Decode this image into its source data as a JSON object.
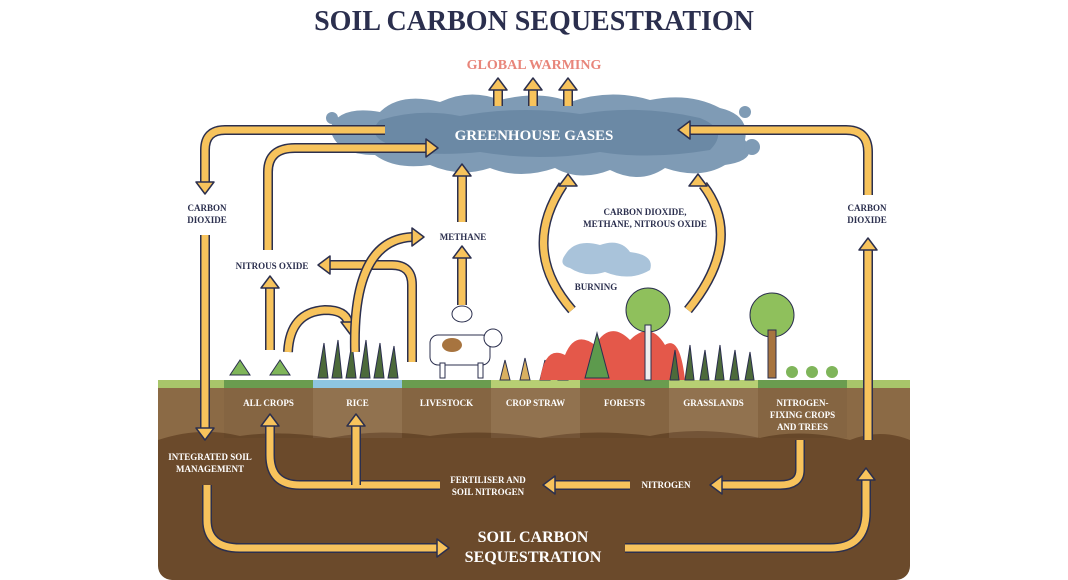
{
  "title": "SOIL CARBON SEQUESTRATION",
  "global_warming": "GLOBAL WARMING",
  "greenhouse_gases": "GREENHOUSE GASES",
  "labels": {
    "carbon_dioxide_left": [
      "CARBON",
      "DIOXIDE"
    ],
    "carbon_dioxide_right": [
      "CARBON",
      "DIOXIDE"
    ],
    "nitrous_oxide": "NITROUS OXIDE",
    "methane": "METHANE",
    "burning_gases": [
      "CARBON DIOXIDE,",
      "METHANE, NITROUS OXIDE"
    ],
    "burning": "BURNING",
    "integrated_soil": [
      "INTEGRATED SOIL",
      "MANAGEMENT"
    ],
    "fertiliser": [
      "FERTILISER AND",
      "SOIL NITROGEN"
    ],
    "nitrogen": "NITROGEN",
    "soil_carbon": [
      "SOIL CARBON",
      "SEQUESTRATION"
    ]
  },
  "columns": [
    {
      "label": [
        "ALL CROPS"
      ],
      "color": "#6a9c4f"
    },
    {
      "label": [
        "RICE"
      ],
      "color": "#8ec5e0"
    },
    {
      "label": [
        "LIVESTOCK"
      ],
      "color": "#6a9c4f"
    },
    {
      "label": [
        "CROP STRAW"
      ],
      "color": "#b7cf73"
    },
    {
      "label": [
        "FORESTS"
      ],
      "color": "#6a9c4f"
    },
    {
      "label": [
        "GRASSLANDS"
      ],
      "color": "#b7cf73"
    },
    {
      "label": [
        "NITROGEN-",
        "FIXING CROPS",
        "AND TREES"
      ],
      "color": "#6a9c4f"
    }
  ],
  "colors": {
    "title": "#2b2f4e",
    "global_warming": "#e8857a",
    "cloud": "#7f9bb5",
    "arrow": "#f7c35c",
    "soil_top": "#8b6a45",
    "soil": "#6b4a2b"
  }
}
